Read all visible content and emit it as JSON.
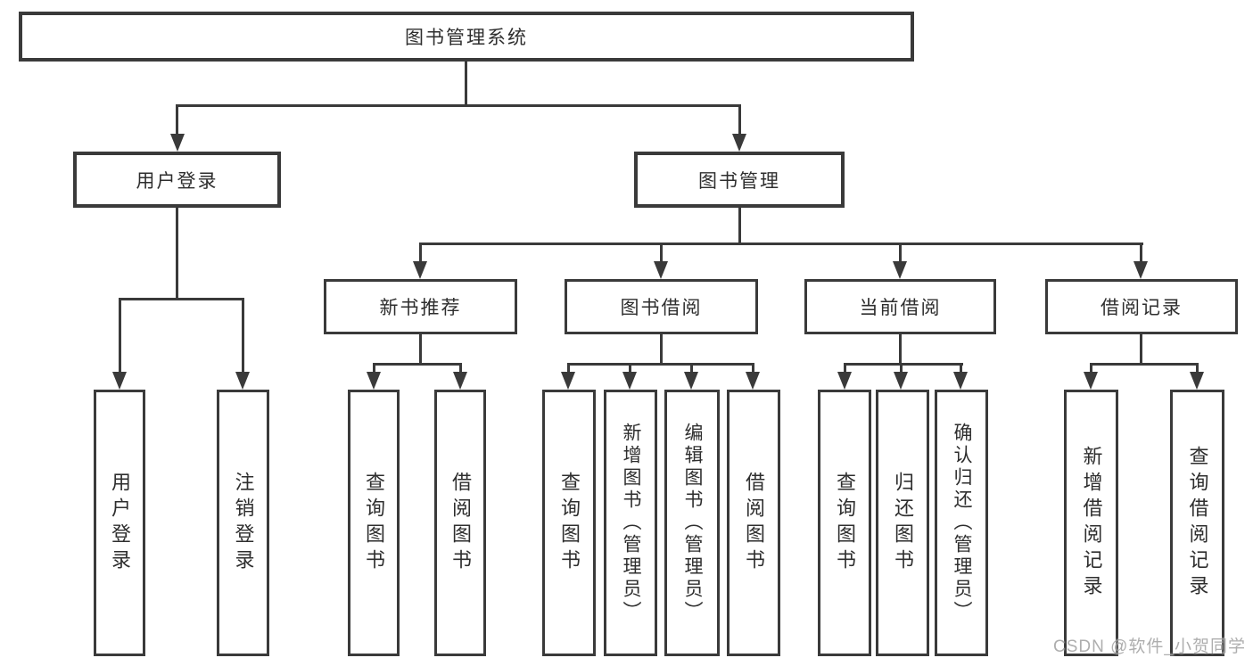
{
  "page": {
    "background": "#ffffff",
    "line_color": "#3a3a3a",
    "text_color": "#2e2e2e",
    "watermark_color": "#a0a0a0"
  },
  "tree": {
    "root": {
      "label": "图书管理系统"
    },
    "level2": [
      {
        "label": "用户登录",
        "parent": "图书管理系统"
      },
      {
        "label": "图书管理",
        "parent": "图书管理系统"
      }
    ],
    "level3": [
      {
        "label": "新书推荐",
        "parent": "图书管理"
      },
      {
        "label": "图书借阅",
        "parent": "图书管理"
      },
      {
        "label": "当前借阅",
        "parent": "图书管理"
      },
      {
        "label": "借阅记录",
        "parent": "图书管理"
      }
    ],
    "level4": [
      {
        "label": "用户登录",
        "parent": "用户登录"
      },
      {
        "label": "注销登录",
        "parent": "用户登录"
      },
      {
        "label": "查询图书",
        "parent": "新书推荐"
      },
      {
        "label": "借阅图书",
        "parent": "新书推荐"
      },
      {
        "label": "查询图书",
        "parent": "图书借阅"
      },
      {
        "label": "新增图书（管理员）",
        "parent": "图书借阅"
      },
      {
        "label": "编辑图书（管理员）",
        "parent": "图书借阅"
      },
      {
        "label": "借阅图书",
        "parent": "图书借阅"
      },
      {
        "label": "查询图书",
        "parent": "当前借阅"
      },
      {
        "label": "归还图书",
        "parent": "当前借阅"
      },
      {
        "label": "确认归还（管理员）",
        "parent": "当前借阅"
      },
      {
        "label": "新增借阅记录",
        "parent": "借阅记录"
      },
      {
        "label": "查询借阅记录",
        "parent": "借阅记录"
      }
    ]
  },
  "watermark": {
    "text": "CSDN @软件_小贺同学"
  }
}
